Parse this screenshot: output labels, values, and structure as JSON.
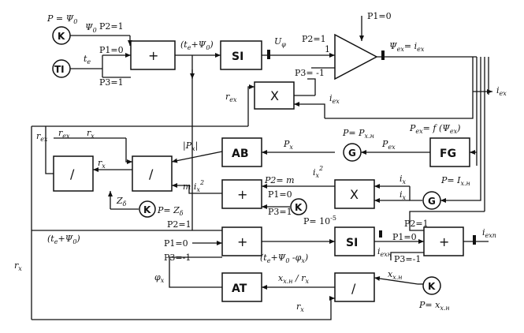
{
  "blocks": {
    "sum_top": "+",
    "si_top": "SI",
    "mult_top": "X",
    "ab": "AB",
    "div_left": "/",
    "div_mid": "/",
    "sum_mid": "+",
    "mult_mid": "X",
    "fg": "FG",
    "sum_bot": "+",
    "si_bot": "SI",
    "sum_right": "+",
    "at": "AT",
    "div_bot": "/"
  },
  "circles": {
    "k_top": "K",
    "ti": "TI",
    "g_px": "G",
    "k_zd": "K",
    "k_mid": "K",
    "g_ix": "G",
    "k_bot": "K"
  },
  "labels": {
    "p_psi0": "P = Ψ",
    "p_psi0_sub": "0",
    "psi0": "Ψ",
    "psi0_sub": "0",
    "p2_eq1_a": "P2=1",
    "p1_eq0_a": "P1=0",
    "p3_eq1_a": "P3=1",
    "te": "t",
    "te_sub": "e",
    "te_psi0": "(t",
    "te_psi0_sub": "e",
    "te_psi0_rest": "+Ψ",
    "te_psi0_sub2": "0",
    "te_psi0_end": ")",
    "u_phi": "U",
    "u_phi_sub": "φ",
    "p1_eq0_top": "P1=0",
    "p2_eq1_b": "P2=1",
    "amp_in1": "1",
    "p3_eqm1_a": "P3= -1",
    "psi_ex": "Ψ",
    "psi_ex_sub": "ex",
    "psi_ex_eq": "= i",
    "psi_ex_eq_sub": "ex",
    "i_ex_right": "i",
    "i_ex_right_sub": "ex",
    "r_ex_top": "r",
    "r_ex_top_sub": "ex",
    "i_ex_mult": "i",
    "i_ex_mult_sub": "ex",
    "r_ex_left": "r",
    "r_ex_left_sub": "ex",
    "rx_a": "r",
    "rx_a_sub": "x",
    "px_abs": "|P",
    "px_abs_sub": "x",
    "px_abs_end": "|",
    "px": "P",
    "px_sub": "x",
    "p_pxh": "P= P",
    "p_pxh_sub": "x.н",
    "p_ex": "P",
    "p_ex_sub": "ex",
    "p_ex_f": "P",
    "p_ex_f_sub": "ex",
    "p_ex_f_eq": "= f (Ψ",
    "p_ex_f_sub2": "ex",
    "p_ex_f_end": ")",
    "rx_b": "r",
    "rx_b_sub": "x",
    "z_delta": "Z",
    "z_delta_sub": "δ",
    "p_zd": "P= Z",
    "p_zd_sub": "δ",
    "mix2": "m i",
    "mix2_sub": "x",
    "mix2_sup": "2",
    "p2_eqm": "P2= m",
    "ix2": "i",
    "ix2_sub": "x",
    "ix2_sup": "2",
    "p1_eq0_m": "P1=0",
    "p3_eq1_m": "P3=1",
    "p_1e5": "P= 10",
    "p_1e5_sup": "-5",
    "ix_a": "i",
    "ix_a_sub": "x",
    "ix_b": "i",
    "ix_b_sub": "x",
    "p_ixh": "P= I",
    "p_ixh_sub": "x.н",
    "p2_eq1_c": "P2=1",
    "p1_eq0_c": "P1=0",
    "p3_eqm1_c": "P3=-1",
    "te_psi0_b": "(t",
    "te_psi0_b_sub": "e",
    "te_psi0_b_rest": "+Ψ",
    "te_psi0_b_sub2": "0",
    "te_psi0_b_end": ")",
    "te_psi0_phi": "(t",
    "te_psi0_phi_sub": "e",
    "te_psi0_phi_rest": "+Ψ",
    "te_psi0_phi_sub2": "0",
    "te_psi0_phi_mid": " -φ",
    "te_psi0_phi_sub3": "x",
    "te_psi0_phi_end": ")",
    "phi_x": "φ",
    "phi_x_sub": "x",
    "i_exh": "i",
    "i_exh_sub": "exн",
    "p2_eq1_d": "P2=1",
    "p1_eq0_d": "P1=0",
    "p3_eqm1_d": "P3=-1",
    "i_exn_out": "i",
    "i_exn_out_sub": "exn",
    "rx_left": "r",
    "rx_left_sub": "x",
    "xxn_rx": "x",
    "xxn_rx_sub": "x.н",
    "xxn_rx_end": " / r",
    "xxn_rx_sub2": "x",
    "xxn": "x",
    "xxn_sub": "x.н",
    "rx_bot": "r",
    "rx_bot_sub": "x",
    "p_xxn": "P= x",
    "p_xxn_sub": "x.н"
  }
}
